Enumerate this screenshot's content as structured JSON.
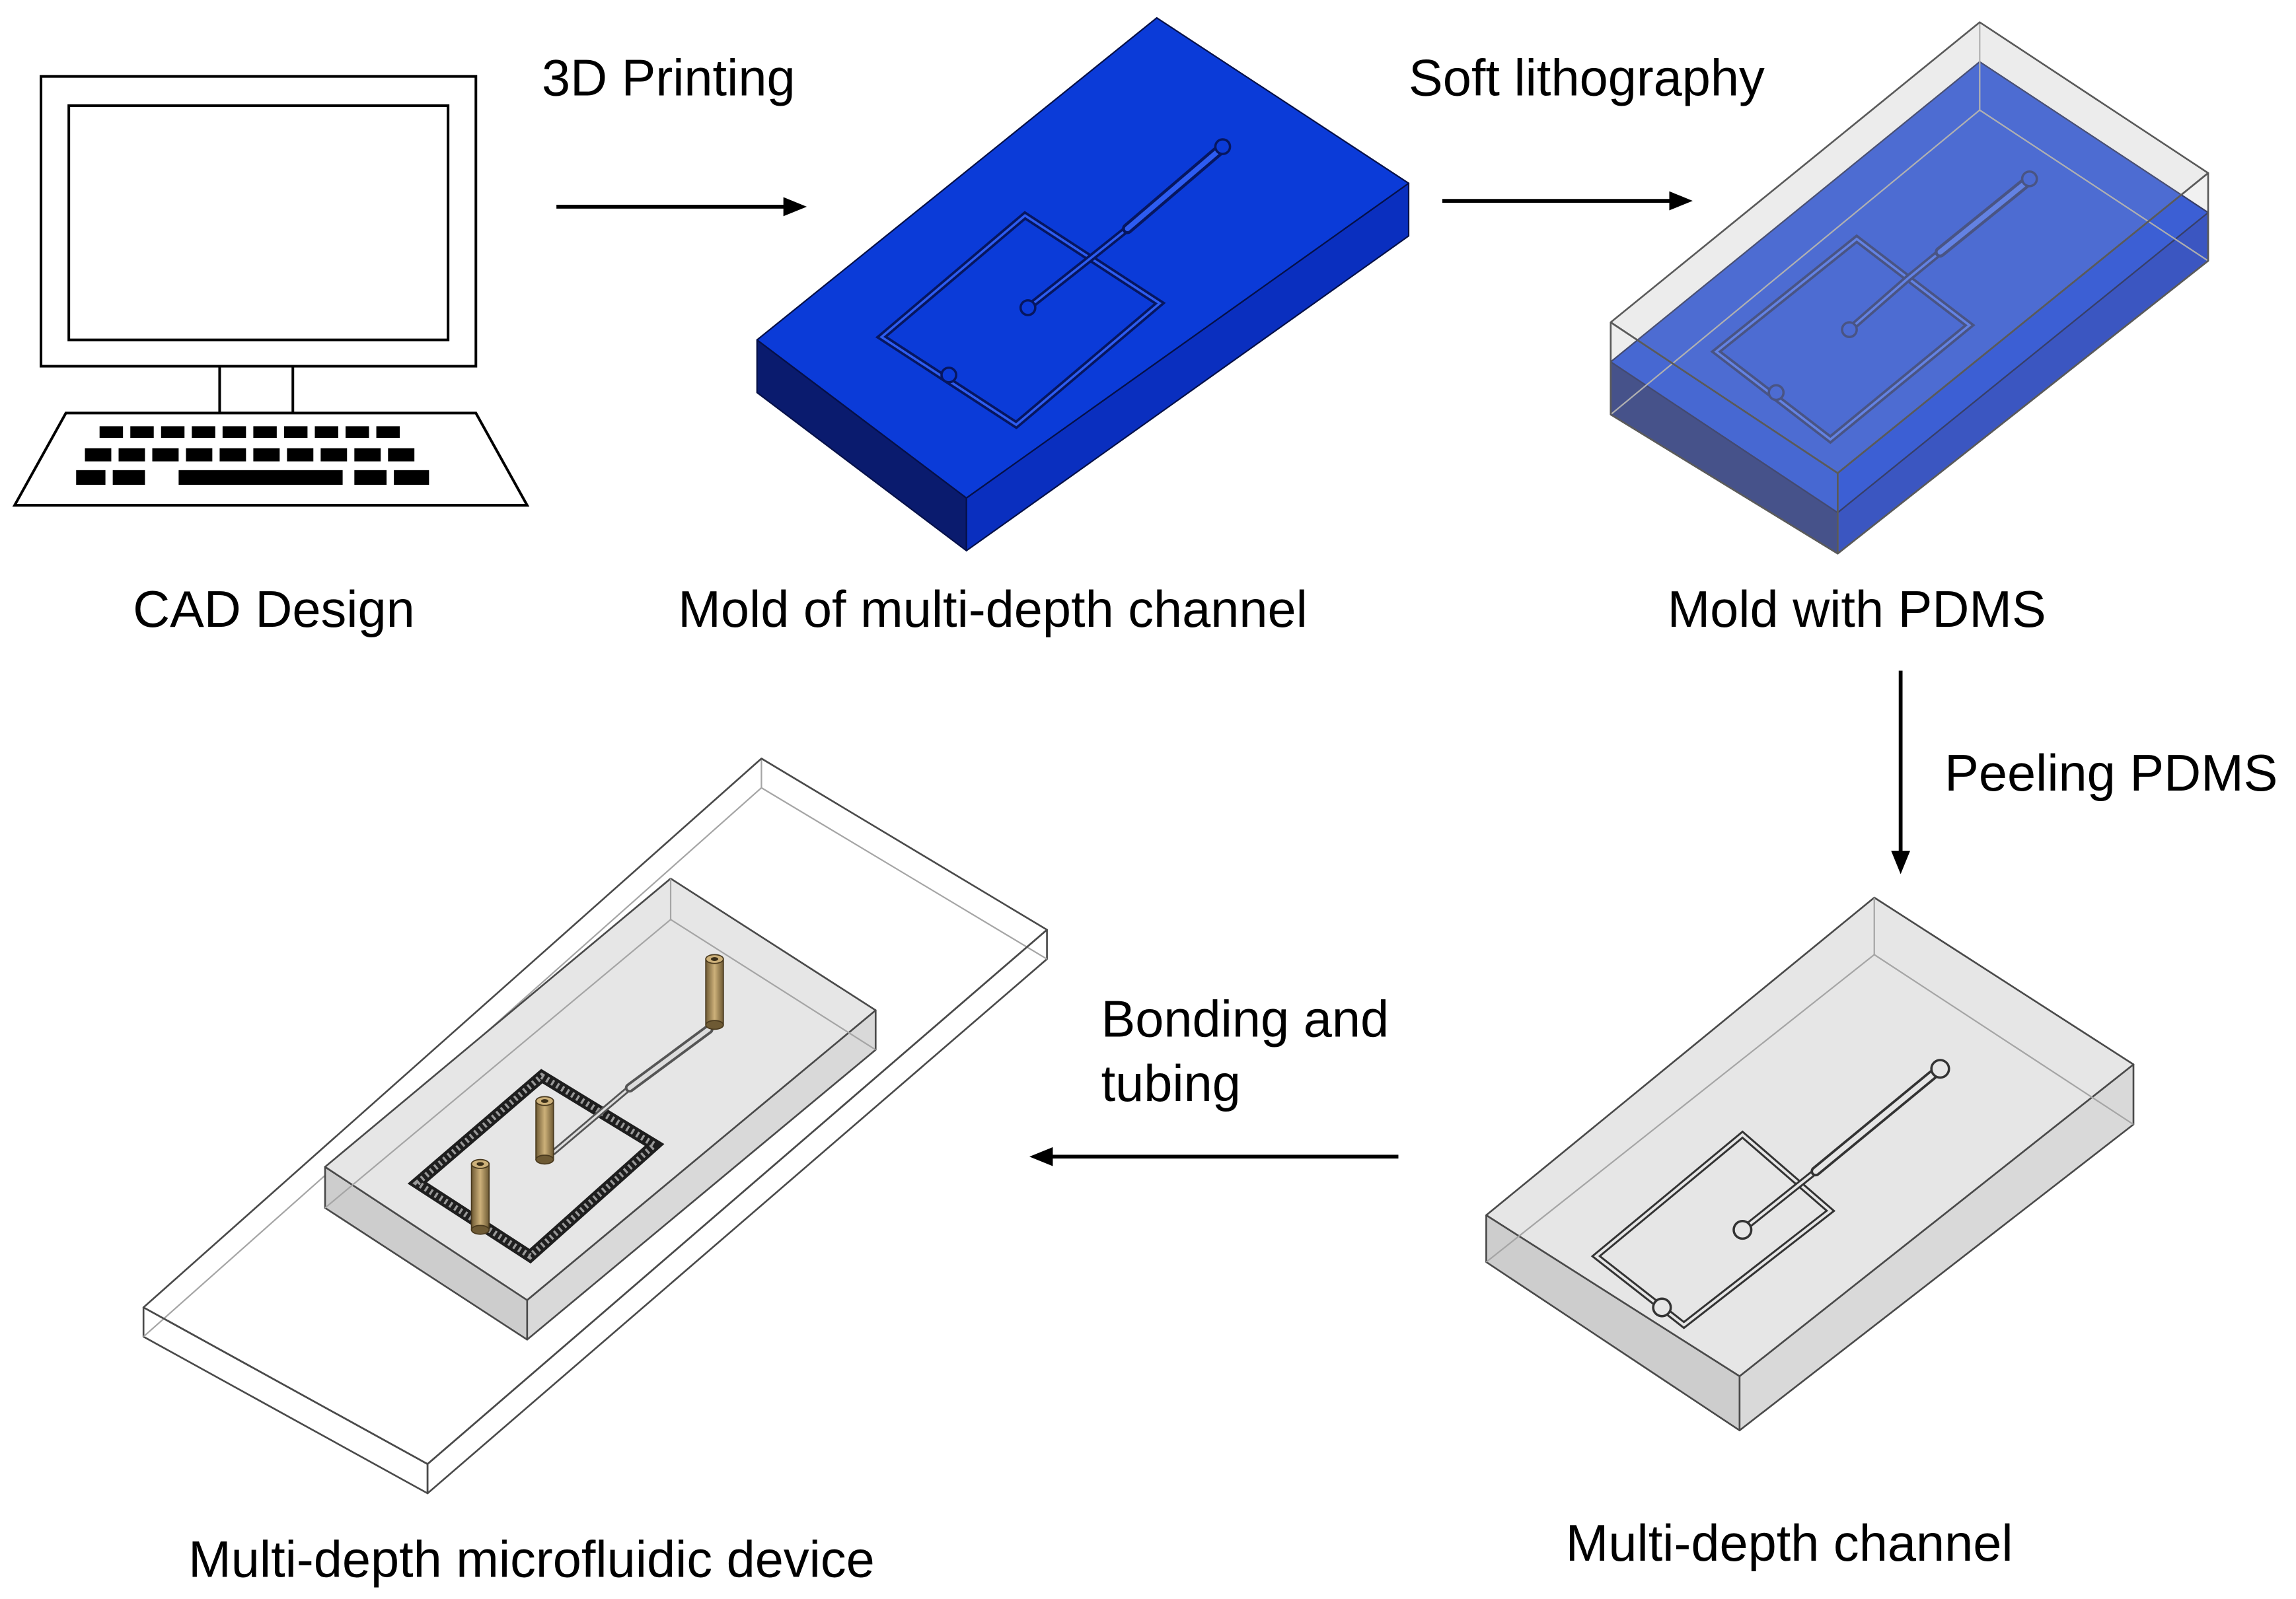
{
  "steps": {
    "cad": {
      "label": "CAD Design"
    },
    "mold": {
      "label": "Mold of multi-depth channel"
    },
    "mold_pdms": {
      "label": "Mold with PDMS"
    },
    "channel": {
      "label": "Multi-depth channel"
    },
    "device": {
      "label": "Multi-depth microfluidic device"
    }
  },
  "arrows": {
    "printing": {
      "label": "3D Printing"
    },
    "lithography": {
      "label": "Soft lithography"
    },
    "peeling": {
      "label": "Peeling PDMS"
    },
    "bonding": {
      "lines": [
        "Bonding and",
        "tubing"
      ]
    }
  },
  "colors": {
    "mold_top": "#0b3bd8",
    "mold_front_left": "#0a1b6e",
    "mold_front_right": "#0a2fbf",
    "pdms_fill": "#c8c8c8",
    "block_top": "#e6e6e6",
    "block_left": "#cdcdcd",
    "block_right": "#d9d9d9",
    "glass": "#ffffff",
    "tube_dark": "#6e5a34",
    "tube_light": "#cdb17a"
  }
}
